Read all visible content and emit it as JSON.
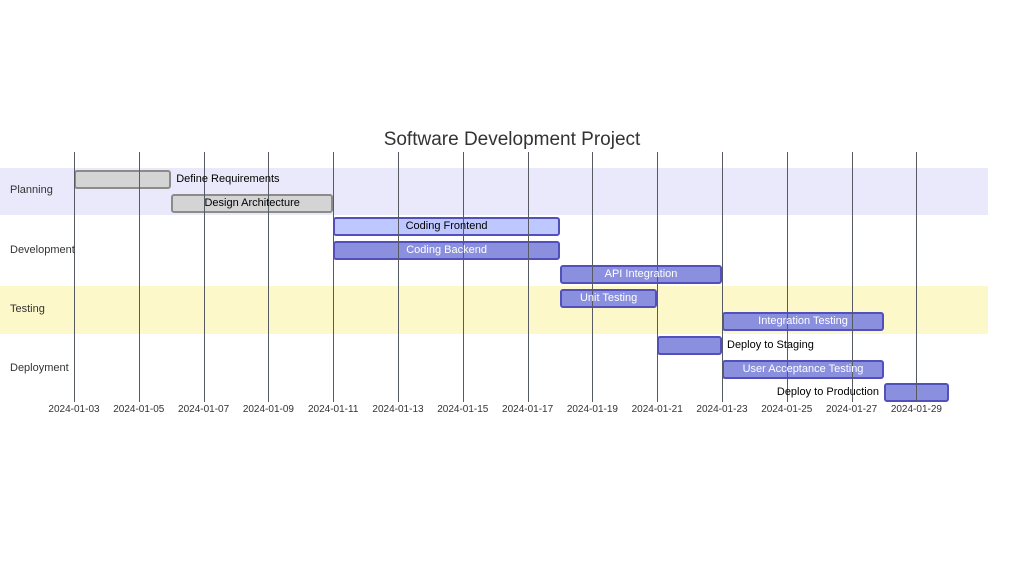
{
  "chart_data": {
    "type": "bar",
    "variant": "gantt",
    "title": "Software Development Project",
    "date_format": "YYYY-MM-DD",
    "x_axis": {
      "tick_labels": [
        "2024-01-03",
        "2024-01-05",
        "2024-01-07",
        "2024-01-09",
        "2024-01-11",
        "2024-01-13",
        "2024-01-15",
        "2024-01-17",
        "2024-01-19",
        "2024-01-21",
        "2024-01-23",
        "2024-01-25",
        "2024-01-27",
        "2024-01-29"
      ],
      "range": [
        "2024-01-03",
        "2024-01-30"
      ],
      "grid": true
    },
    "legend": null,
    "sections": [
      {
        "name": "Planning",
        "rows": 2,
        "band_color": "#e9e9fb"
      },
      {
        "name": "Development",
        "rows": 3,
        "band_color": null
      },
      {
        "name": "Testing",
        "rows": 2,
        "band_color": "#fdf8c9"
      },
      {
        "name": "Deployment",
        "rows": 3,
        "band_color": null
      }
    ],
    "tasks": [
      {
        "section": "Planning",
        "label": "Define Requirements",
        "start": "2024-01-03",
        "end": "2024-01-06",
        "duration_days": 3,
        "status": "done",
        "label_position": "right"
      },
      {
        "section": "Planning",
        "label": "Design Architecture",
        "start": "2024-01-06",
        "end": "2024-01-11",
        "duration_days": 5,
        "status": "done",
        "label_position": "inside"
      },
      {
        "section": "Development",
        "label": "Coding Frontend",
        "start": "2024-01-11",
        "end": "2024-01-18",
        "duration_days": 7,
        "status": "active",
        "label_position": "inside"
      },
      {
        "section": "Development",
        "label": "Coding Backend",
        "start": "2024-01-11",
        "end": "2024-01-18",
        "duration_days": 7,
        "status": "normal",
        "label_position": "inside"
      },
      {
        "section": "Development",
        "label": "API Integration",
        "start": "2024-01-18",
        "end": "2024-01-23",
        "duration_days": 5,
        "status": "normal",
        "label_position": "inside"
      },
      {
        "section": "Testing",
        "label": "Unit Testing",
        "start": "2024-01-18",
        "end": "2024-01-21",
        "duration_days": 3,
        "status": "normal",
        "label_position": "inside"
      },
      {
        "section": "Testing",
        "label": "Integration Testing",
        "start": "2024-01-23",
        "end": "2024-01-28",
        "duration_days": 5,
        "status": "normal",
        "label_position": "inside"
      },
      {
        "section": "Deployment",
        "label": "Deploy to Staging",
        "start": "2024-01-21",
        "end": "2024-01-23",
        "duration_days": 2,
        "status": "normal",
        "label_position": "right"
      },
      {
        "section": "Deployment",
        "label": "User Acceptance Testing",
        "start": "2024-01-23",
        "end": "2024-01-28",
        "duration_days": 5,
        "status": "normal",
        "label_position": "inside"
      },
      {
        "section": "Deployment",
        "label": "Deploy to Production",
        "start": "2024-01-28",
        "end": "2024-01-30",
        "duration_days": 2,
        "status": "normal",
        "label_position": "left"
      }
    ],
    "colors": {
      "task_fill": "#8a90dd",
      "task_border": "#534fbc",
      "task_text": "#ffffff",
      "active_fill": "#bfc7ff",
      "active_border": "#534fbc",
      "active_text": "#000000",
      "done_fill": "#d4d4d4",
      "done_border": "#8b8b8b",
      "done_text": "#000000",
      "band_planning": "#e9e9fb",
      "band_testing": "#fdf8c9",
      "grid_line": "#555a63",
      "axis_text": "#333333",
      "section_text": "#333333",
      "title_text": "#333333",
      "outside_label_text": "#000000",
      "background": "#ffffff"
    }
  }
}
